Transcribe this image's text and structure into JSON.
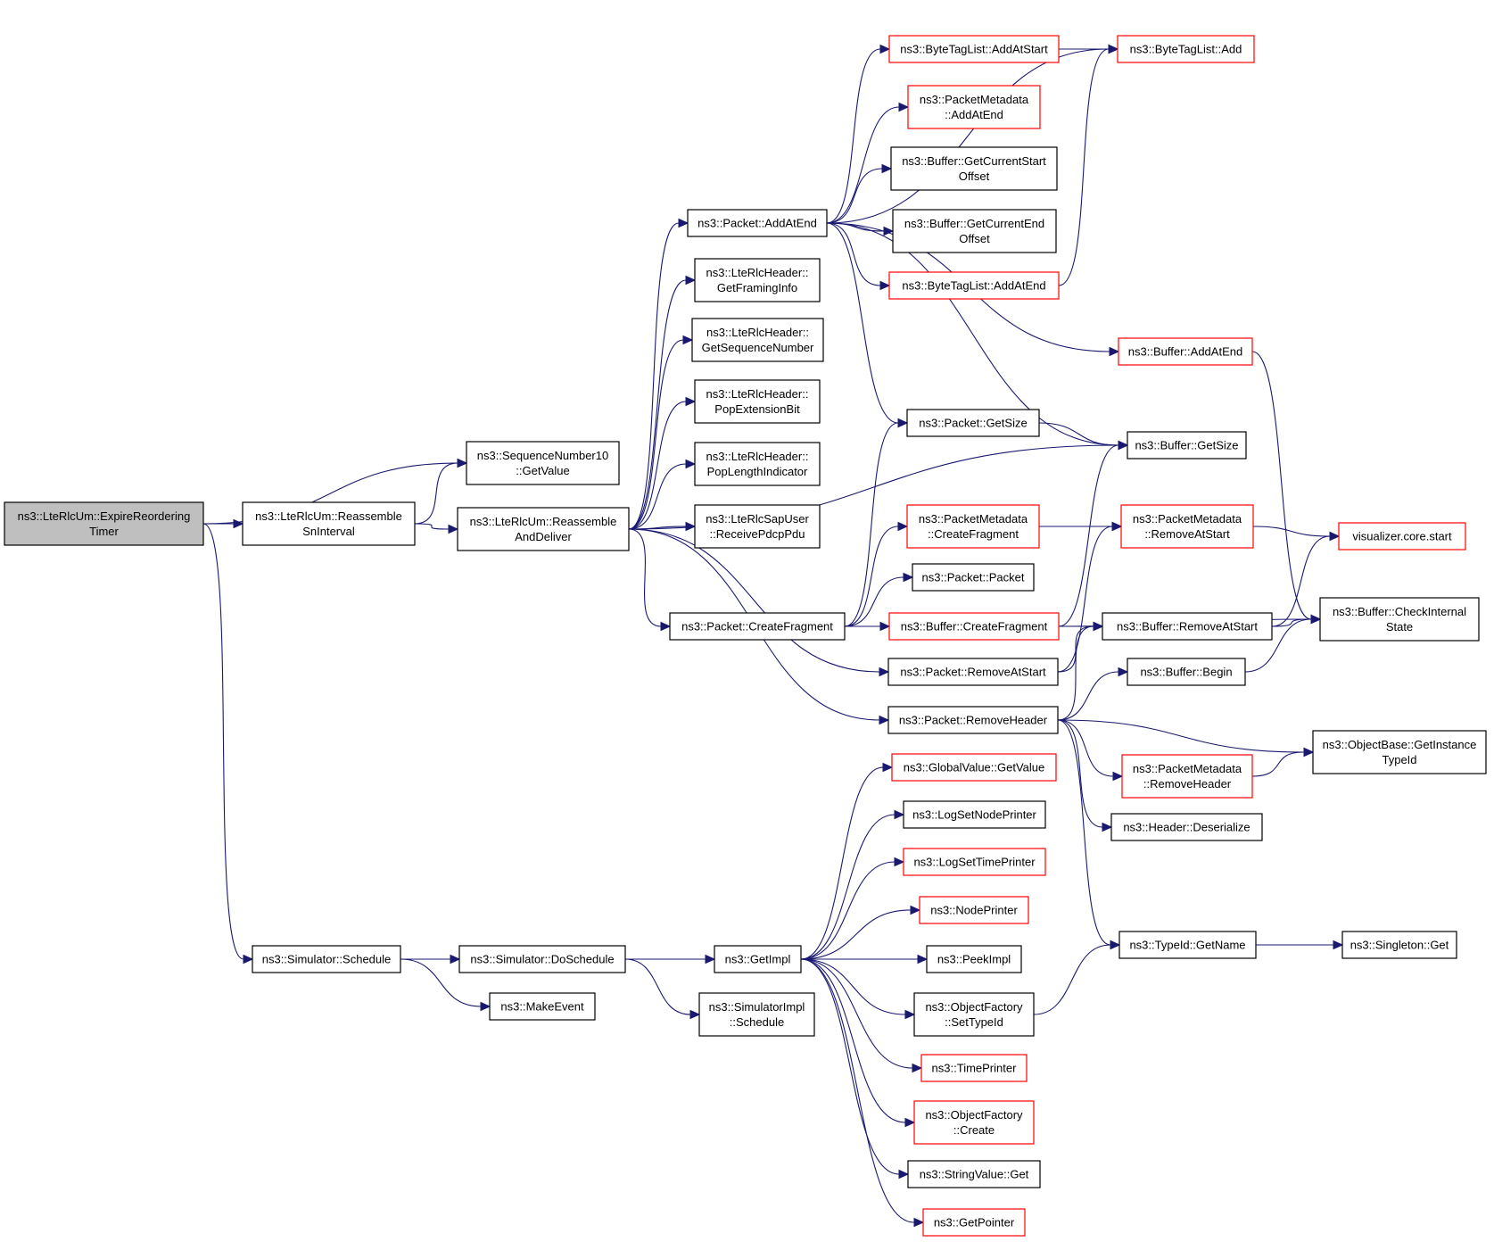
{
  "colors": {
    "edge": "#191970",
    "border_default": "#000000",
    "border_truncated": "#ff0000",
    "root_fill": "#bfbfbf",
    "fill": "#ffffff"
  },
  "nodes": [
    {
      "id": "expire",
      "lines": [
        "ns3::LteRlcUm::ExpireReordering",
        "Timer"
      ],
      "style": "root"
    },
    {
      "id": "reasm_sn",
      "lines": [
        "ns3::LteRlcUm::Reassemble",
        "SnInterval"
      ],
      "style": "normal"
    },
    {
      "id": "seq_getvalue",
      "lines": [
        "ns3::SequenceNumber10",
        "::GetValue"
      ],
      "style": "normal"
    },
    {
      "id": "reasm_deliver",
      "lines": [
        "ns3::LteRlcUm::Reassemble",
        "AndDeliver"
      ],
      "style": "normal"
    },
    {
      "id": "sim_schedule",
      "lines": [
        "ns3::Simulator::Schedule"
      ],
      "style": "normal"
    },
    {
      "id": "make_event",
      "lines": [
        "ns3::MakeEvent"
      ],
      "style": "normal"
    },
    {
      "id": "sim_doschedule",
      "lines": [
        "ns3::Simulator::DoSchedule"
      ],
      "style": "normal"
    },
    {
      "id": "simimpl_schedule",
      "lines": [
        "ns3::SimulatorImpl",
        "::Schedule"
      ],
      "style": "normal"
    },
    {
      "id": "getimpl",
      "lines": [
        "ns3::GetImpl"
      ],
      "style": "normal"
    },
    {
      "id": "pkt_addatend",
      "lines": [
        "ns3::Packet::AddAtEnd"
      ],
      "style": "normal"
    },
    {
      "id": "hdr_framing",
      "lines": [
        "ns3::LteRlcHeader::",
        "GetFramingInfo"
      ],
      "style": "normal"
    },
    {
      "id": "hdr_seqnum",
      "lines": [
        "ns3::LteRlcHeader::",
        "GetSequenceNumber"
      ],
      "style": "normal"
    },
    {
      "id": "hdr_popext",
      "lines": [
        "ns3::LteRlcHeader::",
        "PopExtensionBit"
      ],
      "style": "normal"
    },
    {
      "id": "hdr_poplen",
      "lines": [
        "ns3::LteRlcHeader::",
        "PopLengthIndicator"
      ],
      "style": "normal"
    },
    {
      "id": "sap_receive",
      "lines": [
        "ns3::LteRlcSapUser",
        "::ReceivePdcpPdu"
      ],
      "style": "normal"
    },
    {
      "id": "pkt_createfrag",
      "lines": [
        "ns3::Packet::CreateFragment"
      ],
      "style": "normal"
    },
    {
      "id": "btl_addatstart",
      "lines": [
        "ns3::ByteTagList::AddAtStart"
      ],
      "style": "truncated"
    },
    {
      "id": "pm_addatend",
      "lines": [
        "ns3::PacketMetadata",
        "::AddAtEnd"
      ],
      "style": "truncated"
    },
    {
      "id": "buf_curstart",
      "lines": [
        "ns3::Buffer::GetCurrentStart",
        "Offset"
      ],
      "style": "normal"
    },
    {
      "id": "buf_curend",
      "lines": [
        "ns3::Buffer::GetCurrentEnd",
        "Offset"
      ],
      "style": "normal"
    },
    {
      "id": "btl_addatend",
      "lines": [
        "ns3::ByteTagList::AddAtEnd"
      ],
      "style": "truncated"
    },
    {
      "id": "pkt_getsize",
      "lines": [
        "ns3::Packet::GetSize"
      ],
      "style": "normal"
    },
    {
      "id": "pm_createfrag",
      "lines": [
        "ns3::PacketMetadata",
        "::CreateFragment"
      ],
      "style": "truncated"
    },
    {
      "id": "pkt_packet",
      "lines": [
        "ns3::Packet::Packet"
      ],
      "style": "normal"
    },
    {
      "id": "buf_createfrag",
      "lines": [
        "ns3::Buffer::CreateFragment"
      ],
      "style": "truncated"
    },
    {
      "id": "pkt_removeatstart",
      "lines": [
        "ns3::Packet::RemoveAtStart"
      ],
      "style": "normal"
    },
    {
      "id": "pkt_removeheader",
      "lines": [
        "ns3::Packet::RemoveHeader"
      ],
      "style": "normal"
    },
    {
      "id": "gv_getvalue",
      "lines": [
        "ns3::GlobalValue::GetValue"
      ],
      "style": "truncated"
    },
    {
      "id": "log_nodeprinter",
      "lines": [
        "ns3::LogSetNodePrinter"
      ],
      "style": "normal"
    },
    {
      "id": "log_timeprinter",
      "lines": [
        "ns3::LogSetTimePrinter"
      ],
      "style": "truncated"
    },
    {
      "id": "nodeprinter",
      "lines": [
        "ns3::NodePrinter"
      ],
      "style": "truncated"
    },
    {
      "id": "peekimpl",
      "lines": [
        "ns3::PeekImpl"
      ],
      "style": "normal"
    },
    {
      "id": "of_settypeid",
      "lines": [
        "ns3::ObjectFactory",
        "::SetTypeId"
      ],
      "style": "normal"
    },
    {
      "id": "timeprinter",
      "lines": [
        "ns3::TimePrinter"
      ],
      "style": "truncated"
    },
    {
      "id": "of_create",
      "lines": [
        "ns3::ObjectFactory",
        "::Create"
      ],
      "style": "truncated"
    },
    {
      "id": "sv_get",
      "lines": [
        "ns3::StringValue::Get"
      ],
      "style": "normal"
    },
    {
      "id": "getpointer",
      "lines": [
        "ns3::GetPointer"
      ],
      "style": "truncated"
    },
    {
      "id": "btl_add",
      "lines": [
        "ns3::ByteTagList::Add"
      ],
      "style": "truncated"
    },
    {
      "id": "buf_addatend",
      "lines": [
        "ns3::Buffer::AddAtEnd"
      ],
      "style": "truncated"
    },
    {
      "id": "buf_getsize",
      "lines": [
        "ns3::Buffer::GetSize"
      ],
      "style": "normal"
    },
    {
      "id": "pm_removeatstart",
      "lines": [
        "ns3::PacketMetadata",
        "::RemoveAtStart"
      ],
      "style": "truncated"
    },
    {
      "id": "buf_removeatstart",
      "lines": [
        "ns3::Buffer::RemoveAtStart"
      ],
      "style": "normal"
    },
    {
      "id": "buf_begin",
      "lines": [
        "ns3::Buffer::Begin"
      ],
      "style": "normal"
    },
    {
      "id": "pm_removeheader",
      "lines": [
        "ns3::PacketMetadata",
        "::RemoveHeader"
      ],
      "style": "truncated"
    },
    {
      "id": "hdr_deserialize",
      "lines": [
        "ns3::Header::Deserialize"
      ],
      "style": "normal"
    },
    {
      "id": "typeid_getname",
      "lines": [
        "ns3::TypeId::GetName"
      ],
      "style": "normal"
    },
    {
      "id": "vis_start",
      "lines": [
        "visualizer.core.start"
      ],
      "style": "truncated"
    },
    {
      "id": "buf_checkinternal",
      "lines": [
        "ns3::Buffer::CheckInternal",
        "State"
      ],
      "style": "normal"
    },
    {
      "id": "ob_gettypeid",
      "lines": [
        "ns3::ObjectBase::GetInstance",
        "TypeId"
      ],
      "style": "normal"
    },
    {
      "id": "singleton_get",
      "lines": [
        "ns3::Singleton::Get"
      ],
      "style": "normal"
    }
  ],
  "edges": [
    [
      "expire",
      "reasm_sn"
    ],
    [
      "expire",
      "seq_getvalue"
    ],
    [
      "expire",
      "sim_schedule"
    ],
    [
      "reasm_sn",
      "seq_getvalue"
    ],
    [
      "reasm_sn",
      "reasm_deliver"
    ],
    [
      "reasm_deliver",
      "pkt_addatend"
    ],
    [
      "reasm_deliver",
      "hdr_framing"
    ],
    [
      "reasm_deliver",
      "hdr_seqnum"
    ],
    [
      "reasm_deliver",
      "hdr_popext"
    ],
    [
      "reasm_deliver",
      "hdr_poplen"
    ],
    [
      "reasm_deliver",
      "sap_receive"
    ],
    [
      "reasm_deliver",
      "pkt_createfrag"
    ],
    [
      "reasm_deliver",
      "buf_getsize"
    ],
    [
      "reasm_deliver",
      "pkt_removeatstart"
    ],
    [
      "reasm_deliver",
      "pkt_removeheader"
    ],
    [
      "sim_schedule",
      "sim_doschedule"
    ],
    [
      "sim_schedule",
      "make_event"
    ],
    [
      "sim_doschedule",
      "getimpl"
    ],
    [
      "sim_doschedule",
      "simimpl_schedule"
    ],
    [
      "getimpl",
      "gv_getvalue"
    ],
    [
      "getimpl",
      "log_nodeprinter"
    ],
    [
      "getimpl",
      "log_timeprinter"
    ],
    [
      "getimpl",
      "nodeprinter"
    ],
    [
      "getimpl",
      "peekimpl"
    ],
    [
      "getimpl",
      "of_settypeid"
    ],
    [
      "getimpl",
      "timeprinter"
    ],
    [
      "getimpl",
      "of_create"
    ],
    [
      "getimpl",
      "sv_get"
    ],
    [
      "getimpl",
      "getpointer"
    ],
    [
      "pkt_addatend",
      "btl_addatstart"
    ],
    [
      "pkt_addatend",
      "pm_addatend"
    ],
    [
      "pkt_addatend",
      "buf_curstart"
    ],
    [
      "pkt_addatend",
      "buf_curend"
    ],
    [
      "pkt_addatend",
      "btl_addatend"
    ],
    [
      "pkt_addatend",
      "btl_add"
    ],
    [
      "pkt_addatend",
      "buf_addatend"
    ],
    [
      "pkt_addatend",
      "pkt_getsize"
    ],
    [
      "pkt_addatend",
      "buf_getsize"
    ],
    [
      "btl_addatstart",
      "btl_add"
    ],
    [
      "btl_addatend",
      "btl_add"
    ],
    [
      "buf_addatend",
      "buf_checkinternal"
    ],
    [
      "pkt_getsize",
      "buf_getsize"
    ],
    [
      "pkt_createfrag",
      "pkt_getsize"
    ],
    [
      "pkt_createfrag",
      "pm_createfrag"
    ],
    [
      "pkt_createfrag",
      "pkt_packet"
    ],
    [
      "pkt_createfrag",
      "buf_createfrag"
    ],
    [
      "pm_createfrag",
      "pm_removeatstart"
    ],
    [
      "buf_createfrag",
      "buf_getsize"
    ],
    [
      "buf_createfrag",
      "buf_removeatstart"
    ],
    [
      "buf_createfrag",
      "buf_checkinternal"
    ],
    [
      "pkt_removeatstart",
      "pm_removeatstart"
    ],
    [
      "pkt_removeatstart",
      "buf_removeatstart"
    ],
    [
      "pm_removeatstart",
      "vis_start"
    ],
    [
      "buf_removeatstart",
      "vis_start"
    ],
    [
      "buf_removeatstart",
      "buf_checkinternal"
    ],
    [
      "buf_begin",
      "buf_checkinternal"
    ],
    [
      "pkt_removeheader",
      "buf_removeatstart"
    ],
    [
      "pkt_removeheader",
      "buf_begin"
    ],
    [
      "pkt_removeheader",
      "ob_gettypeid"
    ],
    [
      "pkt_removeheader",
      "pm_removeheader"
    ],
    [
      "pkt_removeheader",
      "hdr_deserialize"
    ],
    [
      "pkt_removeheader",
      "typeid_getname"
    ],
    [
      "pm_removeheader",
      "ob_gettypeid"
    ],
    [
      "of_settypeid",
      "typeid_getname"
    ],
    [
      "typeid_getname",
      "singleton_get"
    ]
  ]
}
